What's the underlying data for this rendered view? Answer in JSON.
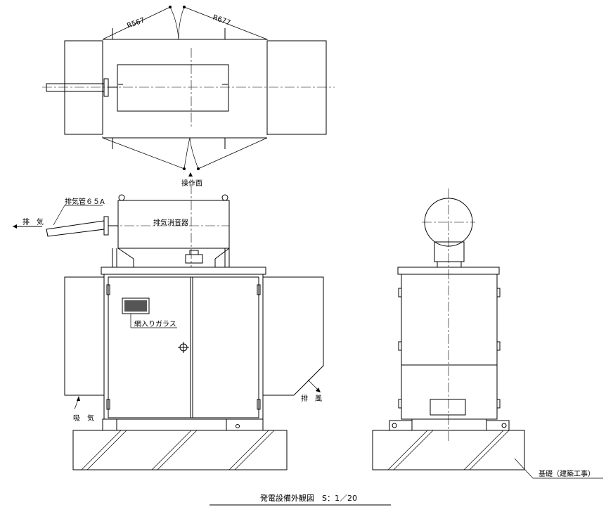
{
  "labels": {
    "r1": "R567",
    "r2": "R677",
    "operation_face": "操作面",
    "exhaust_pipe": "排気管６５A",
    "exhaust": "排　気",
    "muffler": "排気消音器",
    "wired_glass": "網入りガラス",
    "intake": "吸　気",
    "exhaust_air": "排　風",
    "foundation": "基礎（建築工事）",
    "title": "発電設備外観図　S：1／20"
  }
}
